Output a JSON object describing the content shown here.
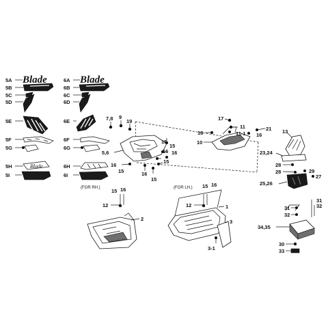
{
  "labels": {
    "l_5a": "5A",
    "l_5b": "5B",
    "l_5c": "5C",
    "l_5d": "5D",
    "l_5e": "5E",
    "l_5f": "5F",
    "l_5g": "5G",
    "l_5h": "5H",
    "l_5i": "5I",
    "l_6a": "6A",
    "l_6b": "6B",
    "l_6c": "6C",
    "l_6d": "6D",
    "l_6e": "6E",
    "l_6f": "6F",
    "l_6g": "6G",
    "l_6h": "6H",
    "l_6i": "6I",
    "l_7_8": "7,8",
    "l_9": "9",
    "l_19": "19",
    "l_15_a": "15",
    "l_16_a": "16",
    "l_15_b": "15",
    "l_16_b": "16",
    "l_15_c": "15",
    "l_5_6": "5,6",
    "l_16_c": "16",
    "l_15_d": "15",
    "l_16_d": "16",
    "l_15_e": "15",
    "l_17": "17",
    "l_11": "11",
    "l_11_1": "11-1",
    "l_18": "18",
    "l_21": "21",
    "l_10": "10",
    "l_16_e": "16",
    "l_13": "13",
    "l_23_24": "23,24",
    "l_28_a": "28",
    "l_28_b": "28",
    "l_29": "29",
    "l_27": "27",
    "l_25_26": "25,26",
    "l_15_f": "15",
    "l_16_f": "16",
    "l_12_a": "12",
    "l_2": "2",
    "l_15_g": "15",
    "l_16_g": "16",
    "l_12_b": "12",
    "l_1": "1",
    "l_3": "3",
    "l_3_1": "3-1",
    "l_31_a": "31",
    "l_32_a": "32",
    "l_31_b": "31",
    "l_32_b": "32",
    "l_34_35": "34,35",
    "l_30": "30",
    "l_33": "33"
  },
  "notes": {
    "for_rh": "(FOR RH.)",
    "for_lh": "(FOR LH.)"
  },
  "decals": {
    "brand_text": "Blade"
  }
}
